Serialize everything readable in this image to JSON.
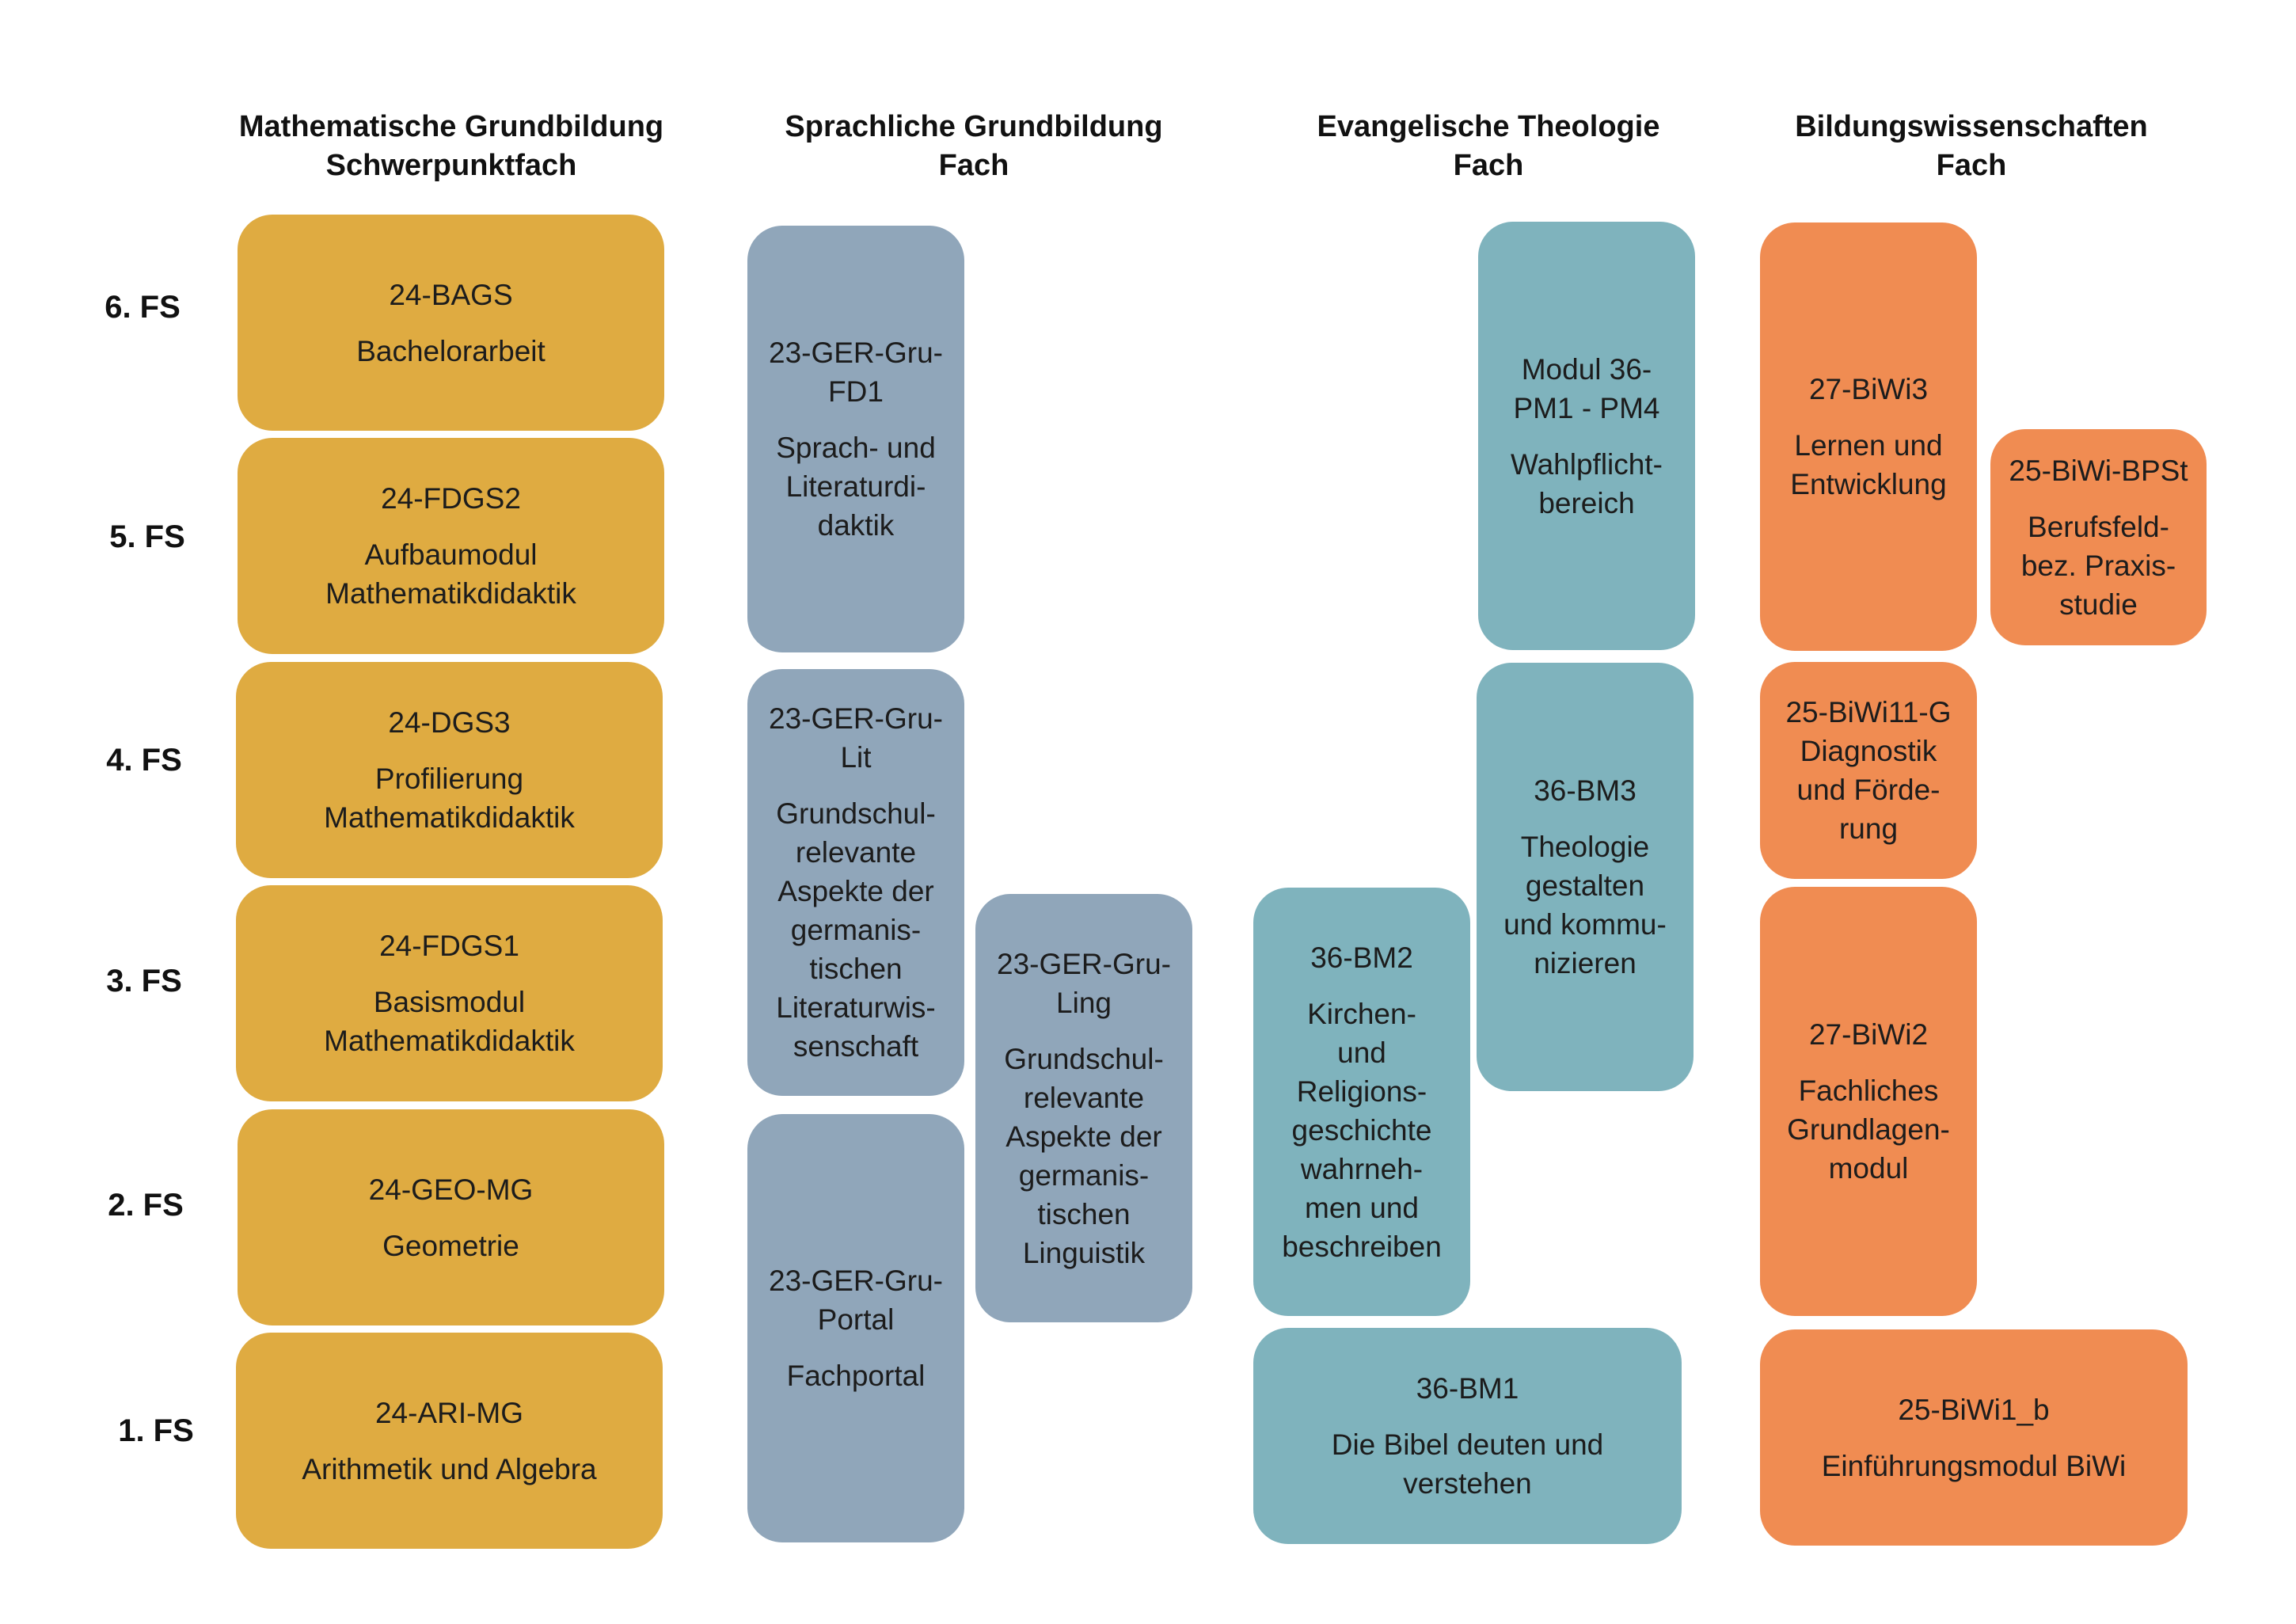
{
  "headers": [
    {
      "line1": "Mathematische Grundbildung",
      "line2": "Schwerpunktfach"
    },
    {
      "line1": "Sprachliche Grundbildung",
      "line2": "Fach"
    },
    {
      "line1": "Evangelische Theologie",
      "line2": "Fach"
    },
    {
      "line1": "Bildungswissenschaften",
      "line2": "Fach"
    }
  ],
  "semesters": [
    "6. FS",
    "5. FS",
    "4. FS",
    "3. FS",
    "2. FS",
    "1. FS"
  ],
  "colors": {
    "math": "#dfab41",
    "lang": "#90a6ba",
    "theo": "#7fb3bd",
    "biwi": "#f08c52"
  },
  "modules": {
    "math_bags": {
      "code": "24-BAGS",
      "desc": "Bachelorarbeit"
    },
    "math_fdgs2": {
      "code": "24-FDGS2",
      "desc": "Aufbaumodul\nMathematikdidaktik"
    },
    "math_dgs3": {
      "code": "24-DGS3",
      "desc": "Profilierung\nMathematikdidaktik"
    },
    "math_fdgs1": {
      "code": "24-FDGS1",
      "desc": "Basismodul\nMathematikdidaktik"
    },
    "math_geo": {
      "code": "24-GEO-MG",
      "desc": "Geometrie"
    },
    "math_ari": {
      "code": "24-ARI-MG",
      "desc": "Arithmetik und Algebra"
    },
    "lang_fd1": {
      "code": "23-GER-Gru-\nFD1",
      "desc": "Sprach- und\nLiteraturdi-\ndaktik"
    },
    "lang_lit": {
      "code": "23-GER-Gru-\nLit",
      "desc": "Grundschul-\nrelevante\nAspekte der\ngermanis-\ntischen\nLiteraturwis-\nsenschaft"
    },
    "lang_portal": {
      "code": "23-GER-Gru-\nPortal",
      "desc": "Fachportal"
    },
    "lang_ling": {
      "code": "23-GER-Gru-\nLing",
      "desc": "Grundschul-\nrelevante\nAspekte der\ngermanis-\ntischen\nLinguistik"
    },
    "theo_pm": {
      "code": "Modul 36-\nPM1 - PM4",
      "desc": "Wahlpflicht-\nbereich"
    },
    "theo_bm3": {
      "code": "36-BM3",
      "desc": "Theologie\ngestalten\nund kommu-\nnizieren"
    },
    "theo_bm2": {
      "code": "36-BM2",
      "desc": "Kirchen-\nund\nReligions-\ngeschichte\nwahrneh-\nmen und\nbeschreiben"
    },
    "theo_bm1": {
      "code": "36-BM1",
      "desc": "Die Bibel deuten und\nverstehen"
    },
    "biwi_3": {
      "code": "27-BiWi3",
      "desc": "Lernen und\nEntwicklung"
    },
    "biwi_bpst": {
      "code": "25-BiWi-BPSt",
      "desc": "Berufsfeld-\nbez. Praxis-\nstudie"
    },
    "biwi_11g": {
      "code": "25-BiWi11-G",
      "desc": "Diagnostik\nund Förde-\nrung"
    },
    "biwi_2": {
      "code": "27-BiWi2",
      "desc": "Fachliches\nGrundlagen-\nmodul"
    },
    "biwi_1b": {
      "code": "25-BiWi1_b",
      "desc": "Einführungsmodul BiWi"
    }
  }
}
